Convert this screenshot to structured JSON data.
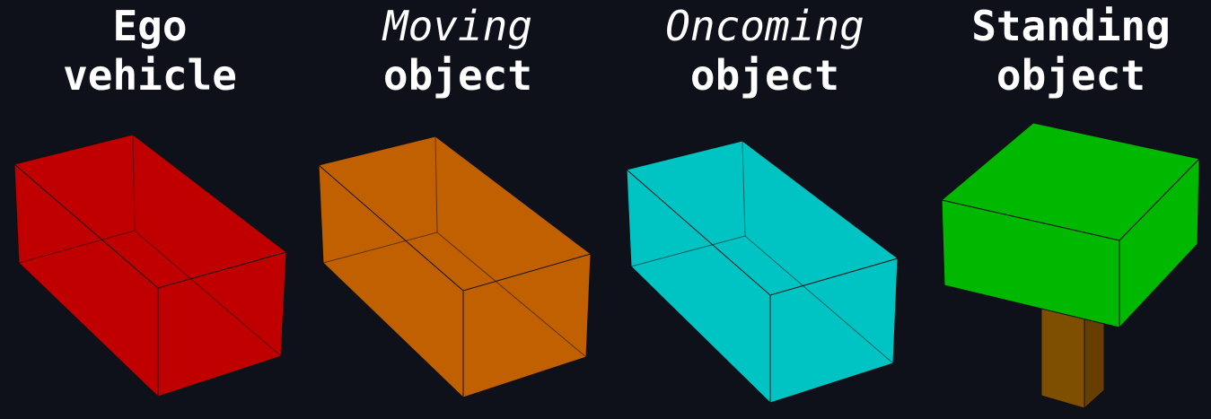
{
  "labels": {
    "ego": {
      "line1": "Ego",
      "line2": "vehicle"
    },
    "moving": {
      "line1": "Moving",
      "line2": "object"
    },
    "oncoming": {
      "line1": "Oncoming",
      "line2": "object"
    },
    "standing": {
      "line1": "Standing",
      "line2": "object"
    }
  },
  "colors": {
    "background": "#0e111a",
    "ego_vehicle": "#c00000",
    "moving_object": "#c06000",
    "oncoming_object": "#00c4c4",
    "standing_object_canopy": "#00b800",
    "standing_object_trunk": "#7f4f00",
    "text": "#ffffff"
  }
}
